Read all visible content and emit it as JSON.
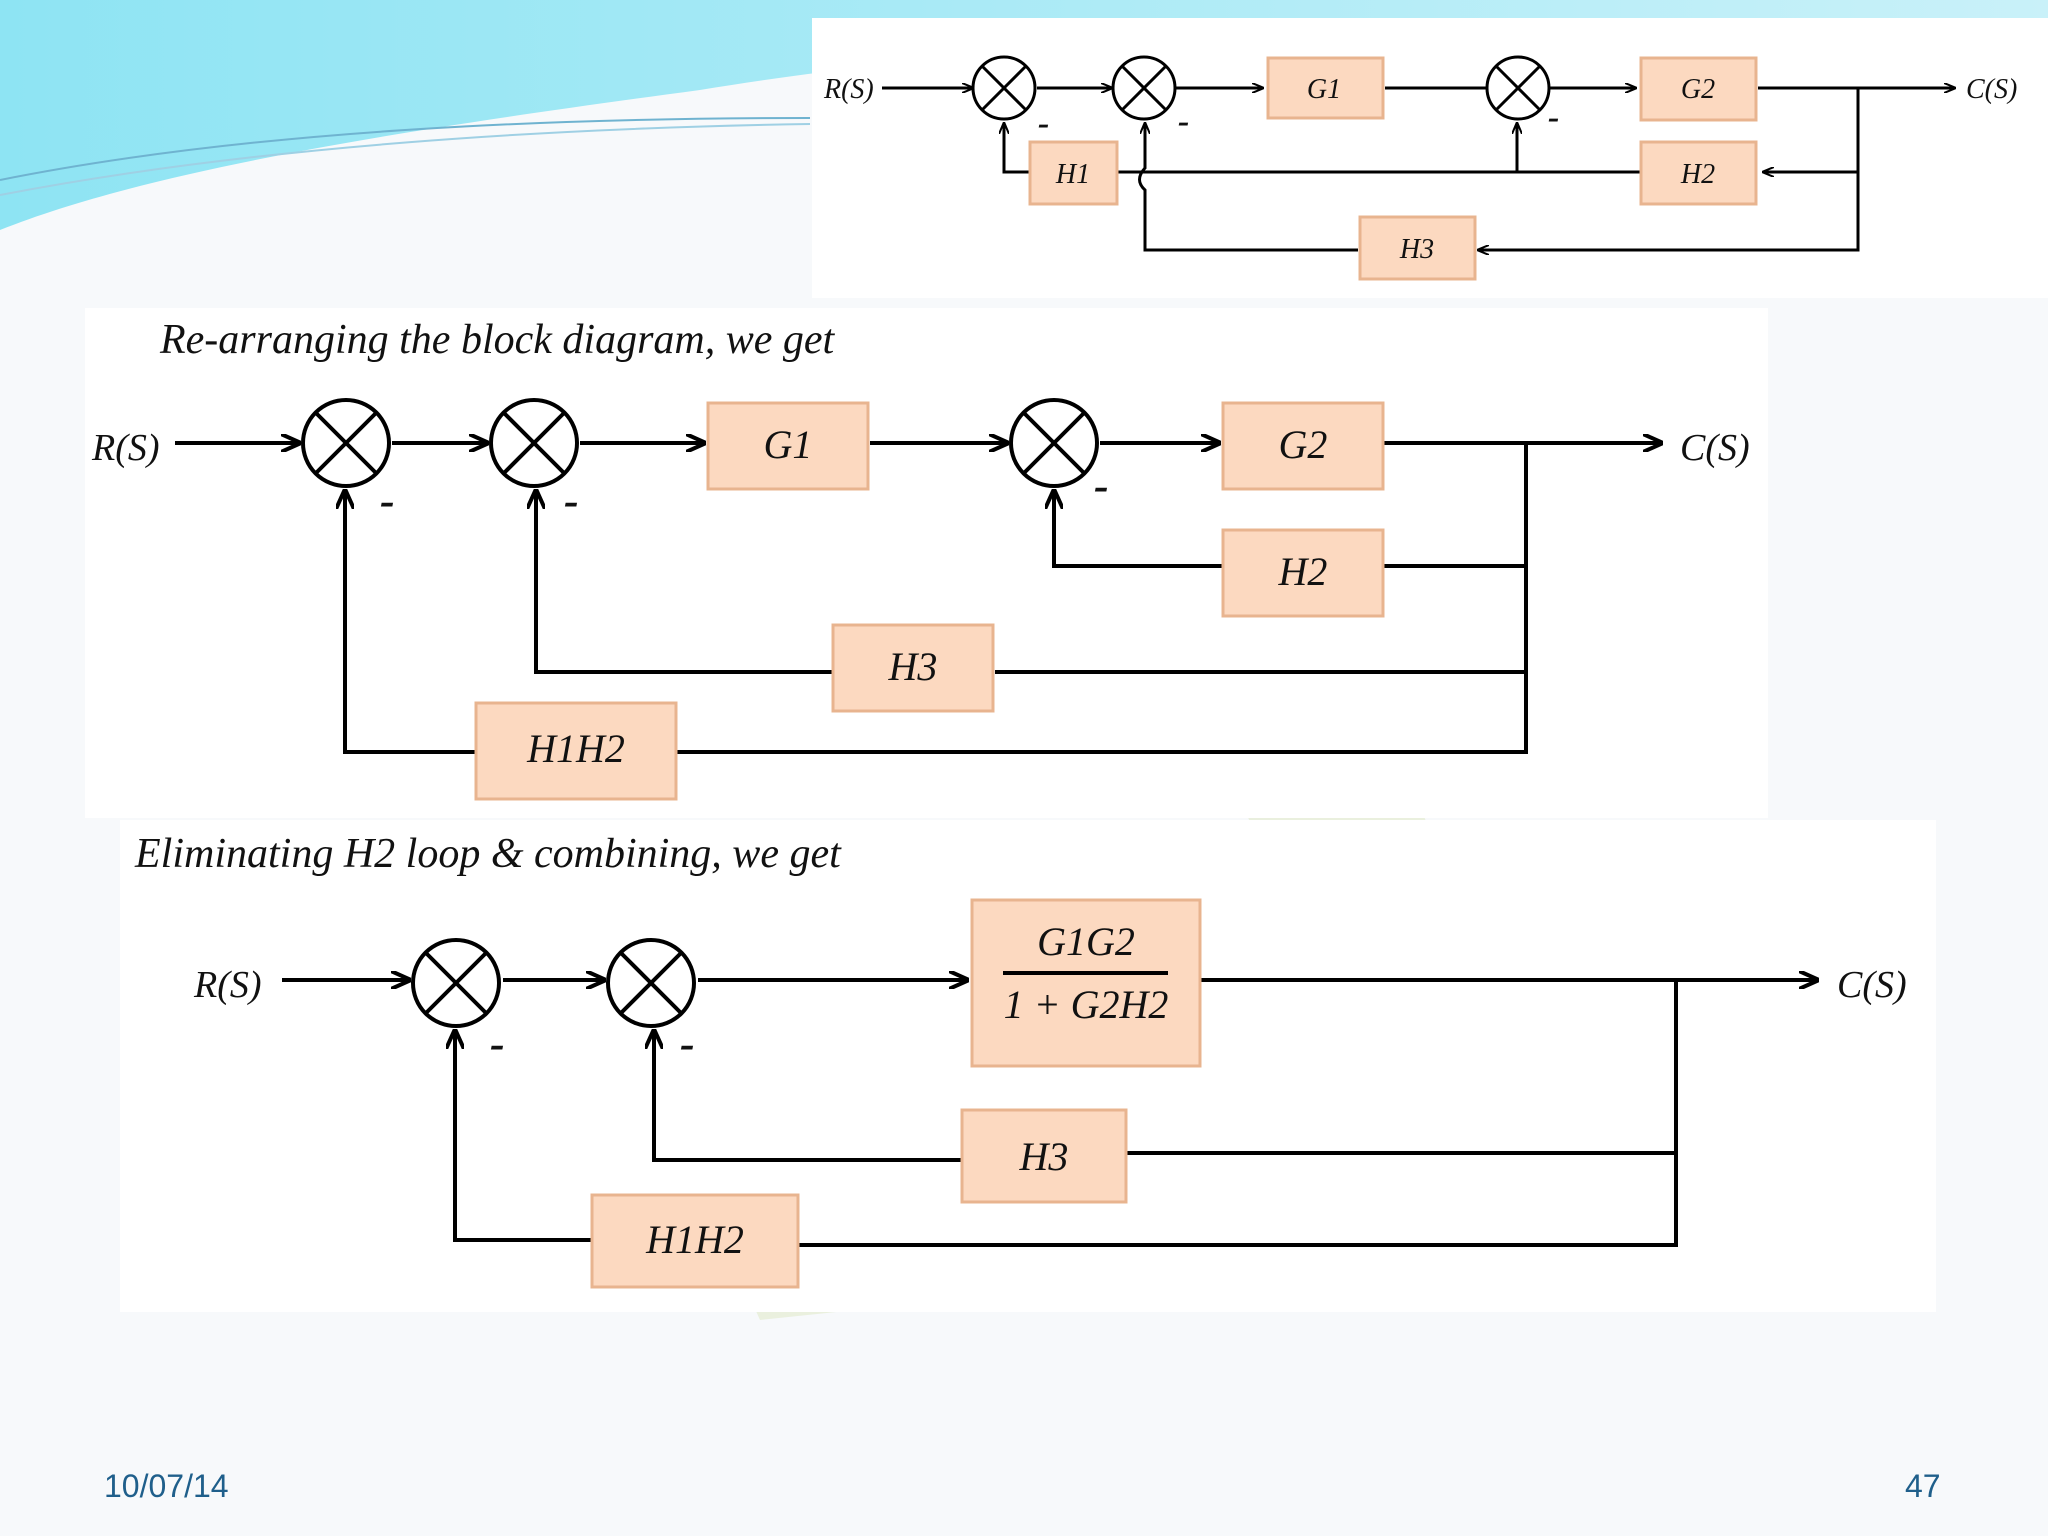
{
  "diagram_top": {
    "input": "R(S)",
    "output": "C(S)",
    "blocks": {
      "g1": "G1",
      "g2": "G2",
      "h1": "H1",
      "h2": "H2",
      "h3": "H3"
    },
    "signs": {
      "s1": "-",
      "s2": "-",
      "s3": "-"
    }
  },
  "diagram_mid": {
    "caption": "Re-arranging the block diagram, we get",
    "input": "R(S)",
    "output": "C(S)",
    "blocks": {
      "g1": "G1",
      "g2": "G2",
      "h2": "H2",
      "h3": "H3",
      "h1h2": "H1H2"
    },
    "signs": {
      "s1": "-",
      "s2": "-",
      "s3": "-"
    }
  },
  "diagram_bottom": {
    "caption": "Eliminating H2 loop & combining, we get",
    "input": "R(S)",
    "output": "C(S)",
    "blocks": {
      "tf_num": "G1G2",
      "tf_den": "1 + G2H2",
      "h3": "H3",
      "h1h2": "H1H2"
    },
    "signs": {
      "s1": "-",
      "s2": "-"
    }
  },
  "footer": {
    "date": "10/07/14",
    "page": "47"
  },
  "colors": {
    "block_fill": "#fcd9c0",
    "block_border": "#e8b48f",
    "footer_text": "#1f5f8b",
    "header_wave": "#7fd6ea"
  }
}
